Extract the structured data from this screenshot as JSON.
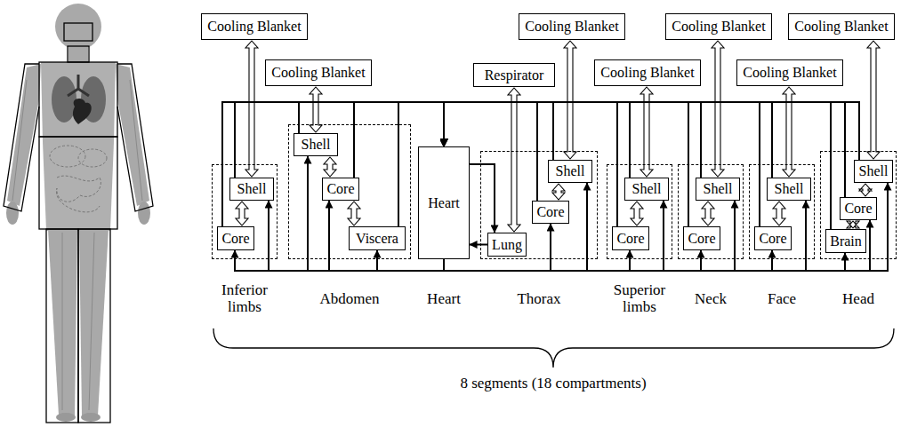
{
  "diagram": {
    "nodes": [
      {
        "text": [
          "Cooling Blanket"
        ]
      },
      {
        "text": [
          "Cooling Blanket"
        ]
      },
      {
        "text": [
          "Cooling Blanket"
        ]
      },
      {
        "text": [
          "Cooling Blanket"
        ]
      },
      {
        "text": [
          "Cooling Blanket"
        ]
      },
      {
        "text": [
          "Respirator"
        ]
      },
      {
        "text": [
          "Cooling Blanket"
        ]
      },
      {
        "text": [
          "Cooling Blanket"
        ]
      },
      {
        "text": [
          "Inferior limbs"
        ]
      },
      {
        "text": [
          "Shell"
        ],
        "in": 8
      },
      {
        "text": [
          "Core"
        ],
        "in": 8
      },
      {
        "text": [
          "Abdomen"
        ]
      },
      {
        "text": [
          "Shell"
        ],
        "in": 11
      },
      {
        "text": [
          "Core"
        ],
        "in": 11
      },
      {
        "text": [
          "Viscera"
        ],
        "in": 11
      },
      {
        "text": [
          "Heart",
          "Heart"
        ]
      },
      {
        "text": [
          "Thorax"
        ]
      },
      {
        "text": [
          "Shell"
        ],
        "in": 16
      },
      {
        "text": [
          "Core"
        ],
        "in": 16
      },
      {
        "text": [
          "Lung"
        ],
        "in": 16
      },
      {
        "text": [
          "Superior limbs"
        ]
      },
      {
        "text": [
          "Shell"
        ],
        "in": 20
      },
      {
        "text": [
          "Core"
        ],
        "in": 20
      },
      {
        "text": [
          "Neck"
        ]
      },
      {
        "text": [
          "Shell"
        ],
        "in": 23
      },
      {
        "text": [
          "Core"
        ],
        "in": 23
      },
      {
        "text": [
          "Face"
        ]
      },
      {
        "text": [
          "Shell"
        ],
        "in": 26
      },
      {
        "text": [
          "Core"
        ],
        "in": 26
      },
      {
        "text": [
          "Head"
        ]
      },
      {
        "text": [
          "Shell"
        ],
        "in": 29
      },
      {
        "text": [
          "Core"
        ],
        "in": 29
      },
      {
        "text": [
          "Brain"
        ],
        "in": 29
      }
    ],
    "edges": [
      {
        "from": 0,
        "to": 9,
        "arrow": "both"
      },
      {
        "from": 4,
        "to": 12,
        "arrow": "both"
      },
      {
        "from": 1,
        "to": 17,
        "arrow": "both"
      },
      {
        "from": 5,
        "to": 19,
        "arrow": "both"
      },
      {
        "from": 6,
        "to": 21,
        "arrow": "both"
      },
      {
        "from": 2,
        "to": 24,
        "arrow": "both"
      },
      {
        "from": 7,
        "to": 27,
        "arrow": "both"
      },
      {
        "from": 3,
        "to": 30,
        "arrow": "both"
      },
      {
        "from": 9,
        "to": 10,
        "arrow": "both"
      },
      {
        "from": 12,
        "to": 13,
        "arrow": "both"
      },
      {
        "from": 13,
        "to": 14,
        "arrow": "both"
      },
      {
        "from": 17,
        "to": 18,
        "arrow": "both"
      },
      {
        "from": 21,
        "to": 22,
        "arrow": "both"
      },
      {
        "from": 24,
        "to": 25,
        "arrow": "both"
      },
      {
        "from": 27,
        "to": 28,
        "arrow": "both"
      },
      {
        "from": 30,
        "to": 31,
        "arrow": "both"
      },
      {
        "from": 31,
        "to": 32,
        "arrow": "both"
      },
      {
        "from": 15,
        "to": 9,
        "arrow": "to"
      },
      {
        "from": 9,
        "to": 15,
        "arrow": "to"
      },
      {
        "from": 15,
        "to": 10,
        "arrow": "to"
      },
      {
        "from": 10,
        "to": 15,
        "arrow": "to"
      },
      {
        "from": 15,
        "to": 12,
        "arrow": "to"
      },
      {
        "from": 12,
        "to": 15,
        "arrow": "to"
      },
      {
        "from": 15,
        "to": 13,
        "arrow": "to"
      },
      {
        "from": 13,
        "to": 15,
        "arrow": "to"
      },
      {
        "from": 15,
        "to": 14,
        "arrow": "to"
      },
      {
        "from": 14,
        "to": 15,
        "arrow": "to"
      },
      {
        "from": 15,
        "to": 17,
        "arrow": "to"
      },
      {
        "from": 17,
        "to": 15,
        "arrow": "to"
      },
      {
        "from": 15,
        "to": 18,
        "arrow": "to"
      },
      {
        "from": 18,
        "to": 15,
        "arrow": "to"
      },
      {
        "from": 15,
        "to": 19,
        "arrow": "to"
      },
      {
        "from": 19,
        "to": 15,
        "arrow": "to"
      },
      {
        "from": 15,
        "to": 21,
        "arrow": "to"
      },
      {
        "from": 21,
        "to": 15,
        "arrow": "to"
      },
      {
        "from": 15,
        "to": 22,
        "arrow": "to"
      },
      {
        "from": 22,
        "to": 15,
        "arrow": "to"
      },
      {
        "from": 15,
        "to": 24,
        "arrow": "to"
      },
      {
        "from": 24,
        "to": 15,
        "arrow": "to"
      },
      {
        "from": 15,
        "to": 25,
        "arrow": "to"
      },
      {
        "from": 25,
        "to": 15,
        "arrow": "to"
      },
      {
        "from": 15,
        "to": 27,
        "arrow": "to"
      },
      {
        "from": 27,
        "to": 15,
        "arrow": "to"
      },
      {
        "from": 15,
        "to": 28,
        "arrow": "to"
      },
      {
        "from": 28,
        "to": 15,
        "arrow": "to"
      },
      {
        "from": 15,
        "to": 30,
        "arrow": "to"
      },
      {
        "from": 30,
        "to": 15,
        "arrow": "to"
      },
      {
        "from": 15,
        "to": 31,
        "arrow": "to"
      },
      {
        "from": 31,
        "to": 15,
        "arrow": "to"
      },
      {
        "from": 15,
        "to": 32,
        "arrow": "to"
      },
      {
        "from": 32,
        "to": 15,
        "arrow": "to"
      }
    ],
    "labels": [
      "8 segments (18 compartments)"
    ]
  }
}
